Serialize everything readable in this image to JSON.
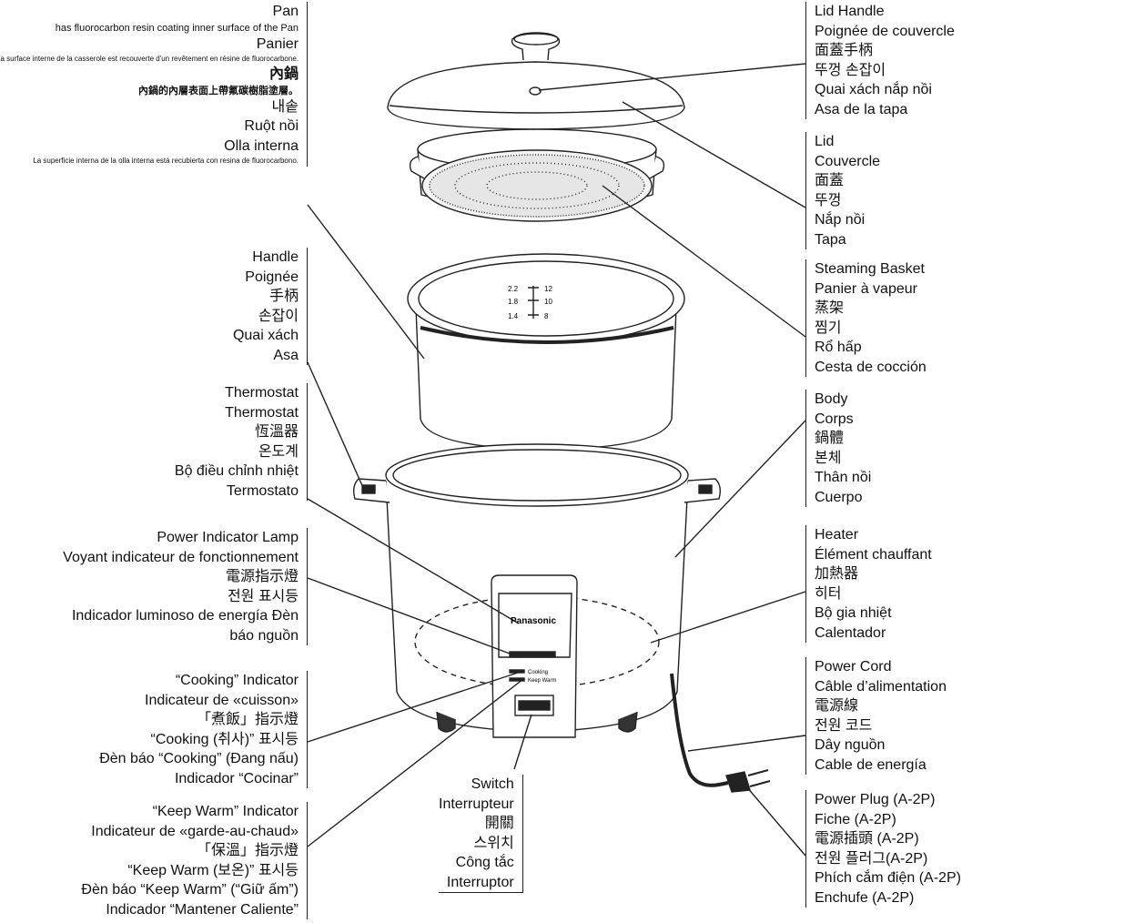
{
  "labels": {
    "lid_handle": [
      "Lid Handle",
      "Poignée de couvercle",
      "面蓋手柄",
      "뚜껑 손잡이",
      "Quai xách nắp nồi",
      "Asa de la tapa"
    ],
    "lid": [
      "Lid",
      "Couvercle",
      "面蓋",
      "뚜껑",
      "Nắp nồi",
      "Tapa"
    ],
    "steaming_basket": [
      "Steaming Basket",
      "Panier à vapeur",
      "蒸架",
      "찜기",
      "Rổ hấp",
      "Cesta de cocción"
    ],
    "body": [
      "Body",
      "Corps",
      "鍋體",
      "본체",
      "Thân nồi",
      "Cuerpo"
    ],
    "heater": [
      "Heater",
      "Élément chauffant",
      "加熱器",
      "히터",
      "Bộ gia nhiệt",
      "Calentador"
    ],
    "power_cord": [
      "Power Cord",
      "Câble d’alimentation",
      "電源線",
      "전원 코드",
      "Dây nguồn",
      "Cable de energía"
    ],
    "power_plug": [
      "Power Plug (A-2P)",
      "Fiche (A-2P)",
      "電源插頭 (A-2P)",
      "전원 플러그(A-2P)",
      "Phích cắm điện (A-2P)",
      "Enchufe (A-2P)"
    ],
    "pan": {
      "title": "Pan",
      "en_note": "has fluorocarbon resin coating inner surface of the Pan",
      "fr_title": "Panier",
      "fr_note": "La surface interne de la casserole est recouverte d'un revêtement en résine de fluorocarbone.",
      "zh_title": "內鍋",
      "zh_note": "內鍋的內層表面上帶氟碳樹脂塗層。",
      "ko_title": "내솥",
      "vi_title": "Ruột nồi",
      "es_title": "Olla interna",
      "es_note": "La superficie interna de la olla interna está recubierta con resina de fluorocarbono."
    },
    "handle": [
      "Handle",
      "Poignée",
      "手柄",
      "손잡이",
      "Quai xách",
      "Asa"
    ],
    "thermostat": [
      "Thermostat",
      "Thermostat",
      "恆溫器",
      "온도계",
      "Bộ điều chỉnh nhiệt",
      "Termostato"
    ],
    "power_lamp": [
      "Power Indicator Lamp",
      "Voyant indicateur de fonctionnement",
      "電源指示燈",
      "전원 표시등",
      "Indicador luminoso de energía Đèn",
      "báo nguồn"
    ],
    "cooking": [
      "“Cooking” Indicator",
      "Indicateur de «cuisson»",
      "「煮飯」指示燈",
      "“Cooking (취사)” 표시등",
      "Đèn báo “Cooking” (Đang nấu)",
      "Indicador “Cocinar”"
    ],
    "keep_warm": [
      "“Keep Warm” Indicator",
      "Indicateur de «garde-au-chaud»",
      "「保溫」指示燈",
      "“Keep Warm (보온)” 표시등",
      "Đèn báo “Keep Warm” (“Giữ ấm”)",
      "Indicador “Mantener Caliente”"
    ],
    "switch": [
      "Switch",
      "Interrupteur",
      "開關",
      "스위치",
      "Công tắc",
      "Interruptor"
    ]
  },
  "device": {
    "brand": "Panasonic",
    "cooking_text": "Cooking",
    "keep_warm_text": "Keep Warm",
    "scale_left": [
      "2.2",
      "1.8",
      "1.4"
    ],
    "scale_right": [
      "12",
      "10",
      "8"
    ]
  }
}
